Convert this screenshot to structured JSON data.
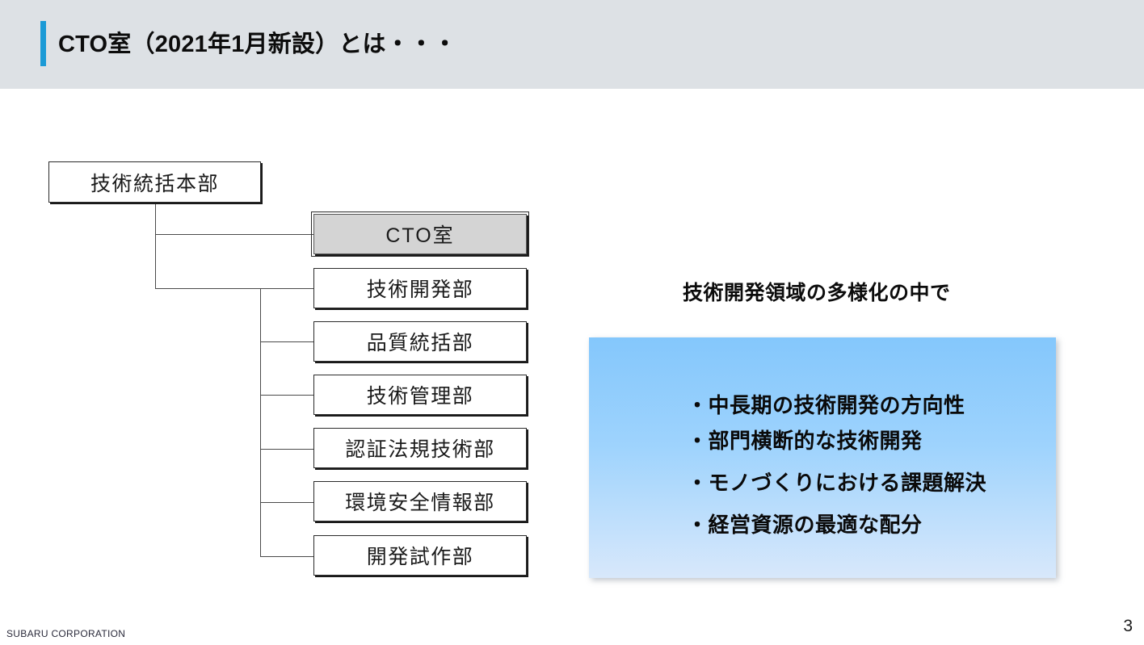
{
  "slide": {
    "title": "CTO室（2021年1月新設）とは・・・",
    "accent_color": "#1b9ad6",
    "header_band_color": "#dde1e5"
  },
  "org_chart": {
    "root": {
      "label": "技術統括本部"
    },
    "children": [
      {
        "label": "CTO室",
        "highlight": true,
        "fill_color": "#d4d4d4"
      },
      {
        "label": "技術開発部",
        "highlight": false
      },
      {
        "label": "品質統括部",
        "highlight": false
      },
      {
        "label": "技術管理部",
        "highlight": false
      },
      {
        "label": "認証法規技術部",
        "highlight": false
      },
      {
        "label": "環境安全情報部",
        "highlight": false
      },
      {
        "label": "開発試作部",
        "highlight": false
      }
    ]
  },
  "right_panel": {
    "heading": "技術開発領域の多様化の中で",
    "box_gradient_top": "#84c7fc",
    "box_gradient_bottom": "#d8e8fb",
    "bullets": [
      "・中長期の技術開発の方向性",
      "・部門横断的な技術開発",
      "・モノづくりにおける課題解決",
      "・経営資源の最適な配分"
    ]
  },
  "footer": {
    "company": "SUBARU CORPORATION",
    "page_number": "3"
  }
}
